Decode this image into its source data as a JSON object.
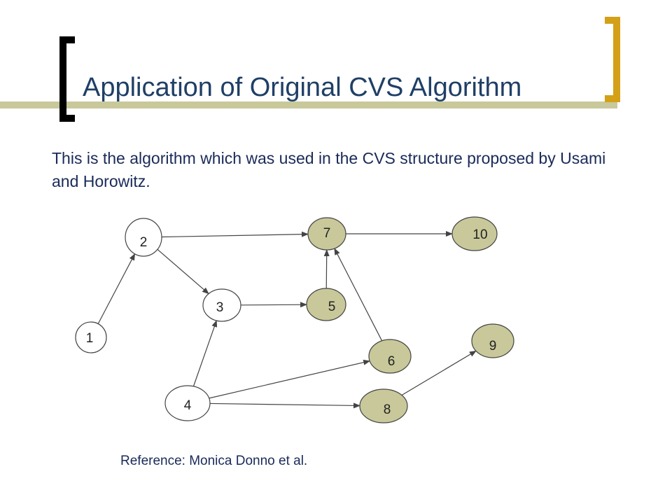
{
  "slide": {
    "title": "Application of Original CVS Algorithm",
    "subtitle": "This is the algorithm which was used in the CVS structure proposed by Usami and Horowitz.",
    "reference": "Reference: Monica Donno et al."
  },
  "colors": {
    "title": "#1f3f66",
    "text": "#1a2a5a",
    "accent_bar": "#c8c89a",
    "bracket_left": "#000000",
    "bracket_right": "#d4a017",
    "node_plain": "#ffffff",
    "node_filled": "#c8c89a",
    "edge": "#444444"
  },
  "graph": {
    "nodes": [
      {
        "label": "1",
        "filled": false
      },
      {
        "label": "2",
        "filled": false
      },
      {
        "label": "3",
        "filled": false
      },
      {
        "label": "4",
        "filled": false
      },
      {
        "label": "5",
        "filled": true
      },
      {
        "label": "6",
        "filled": true
      },
      {
        "label": "7",
        "filled": true
      },
      {
        "label": "8",
        "filled": true
      },
      {
        "label": "9",
        "filled": true
      },
      {
        "label": "10",
        "filled": true
      }
    ],
    "edges": [
      {
        "from": "1",
        "to": "2"
      },
      {
        "from": "2",
        "to": "7"
      },
      {
        "from": "2",
        "to": "3"
      },
      {
        "from": "3",
        "to": "5"
      },
      {
        "from": "5",
        "to": "7"
      },
      {
        "from": "6",
        "to": "7"
      },
      {
        "from": "7",
        "to": "10"
      },
      {
        "from": "4",
        "to": "3"
      },
      {
        "from": "4",
        "to": "6"
      },
      {
        "from": "4",
        "to": "8"
      },
      {
        "from": "8",
        "to": "9"
      }
    ]
  }
}
